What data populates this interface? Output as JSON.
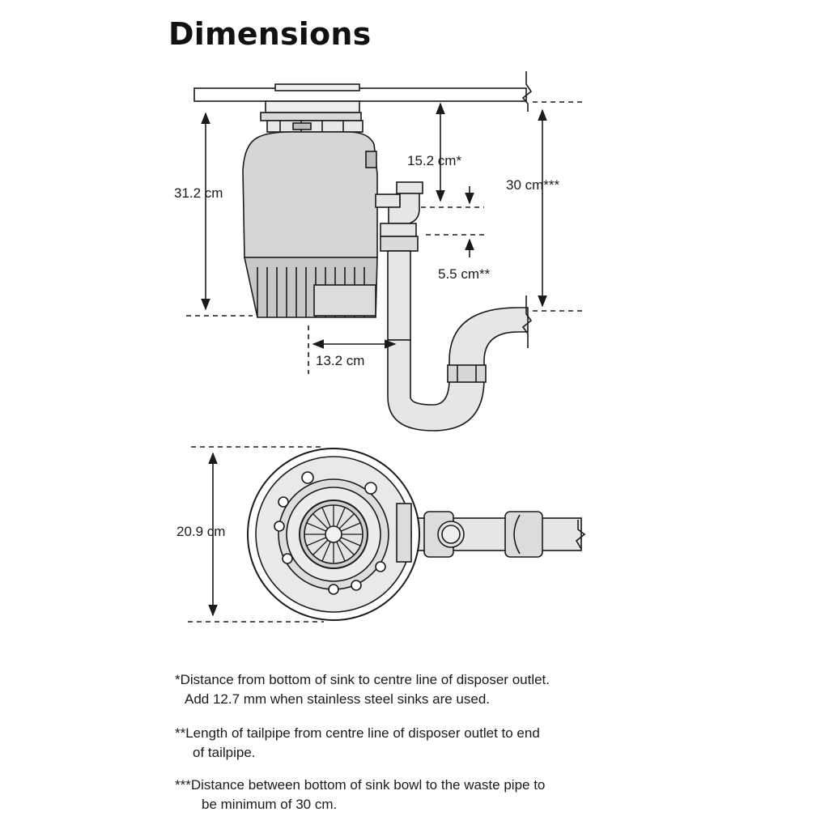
{
  "title": "Dimensions",
  "dimensions": {
    "height": "31.2 cm",
    "outlet_drop": "15.2 cm*",
    "tailpipe": "5.5 cm**",
    "waste_pipe": "30 cm***",
    "outlet_offset": "13.2 cm",
    "diameter": "20.9 cm"
  },
  "footnotes": {
    "note1_line1": "*Distance from bottom of sink to centre line of disposer outlet.",
    "note1_line2": "Add 12.7 mm when stainless steel sinks are used.",
    "note2_line1": "**Length of tailpipe from centre line of disposer outlet to end",
    "note2_line2": "of tailpipe.",
    "note3_line1": "***Distance between bottom of sink bowl to the waste pipe to",
    "note3_line2": "be minimum of 30 cm."
  },
  "colors": {
    "body_fill": "#d9d9d9",
    "pipe_fill": "#e6e6e6",
    "line": "#1a1a1a"
  }
}
